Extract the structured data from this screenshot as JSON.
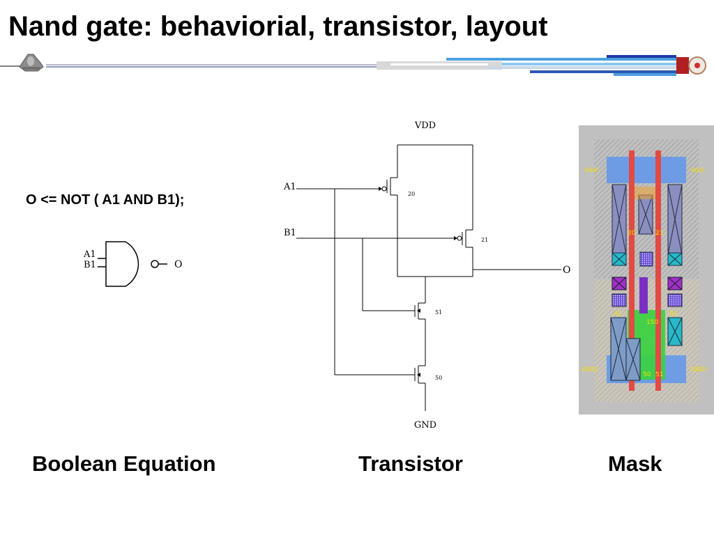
{
  "slide": {
    "title": "Nand gate: behaviorial, transistor, layout"
  },
  "decoration": {
    "banner_icon": "starship-icon",
    "banner_end_icon": "starship-nacelle-icon"
  },
  "behavioral": {
    "equation": "O <= NOT ( A1 AND B1);",
    "gate_symbol": {
      "input_a": "A1",
      "input_b": "B1",
      "output": "O"
    }
  },
  "schematic": {
    "supply": "VDD",
    "ground": "GND",
    "inputs": [
      "A1",
      "B1"
    ],
    "output": "O",
    "transistors": [
      {
        "id": "20",
        "type": "pmos",
        "gate": "A1"
      },
      {
        "id": "21",
        "type": "pmos",
        "gate": "B1"
      },
      {
        "id": "51",
        "type": "nmos",
        "gate": "B1"
      },
      {
        "id": "50",
        "type": "nmos",
        "gate": "A1"
      }
    ]
  },
  "mask": {
    "labels": {
      "vdd_left": "Vdd!",
      "vdd_right": "Vdd!",
      "gnd_left": "GND!",
      "gnd_right": "GND!",
      "input_a": "A1",
      "input_b": "B1",
      "p20": "20",
      "p21": "21",
      "n150": "150",
      "n50": "50",
      "n51": "51"
    },
    "colors": {
      "background": "#c0c0c0",
      "metal": "#5f96ec",
      "poly": "#e24a44",
      "diffusion": "#39d13e",
      "via": "#7a2fc2",
      "contact_fill": "#7e9cc6",
      "text": "#f2e000"
    }
  },
  "captions": {
    "boolean": "Boolean Equation",
    "transistor": "Transistor",
    "mask": "Mask"
  }
}
